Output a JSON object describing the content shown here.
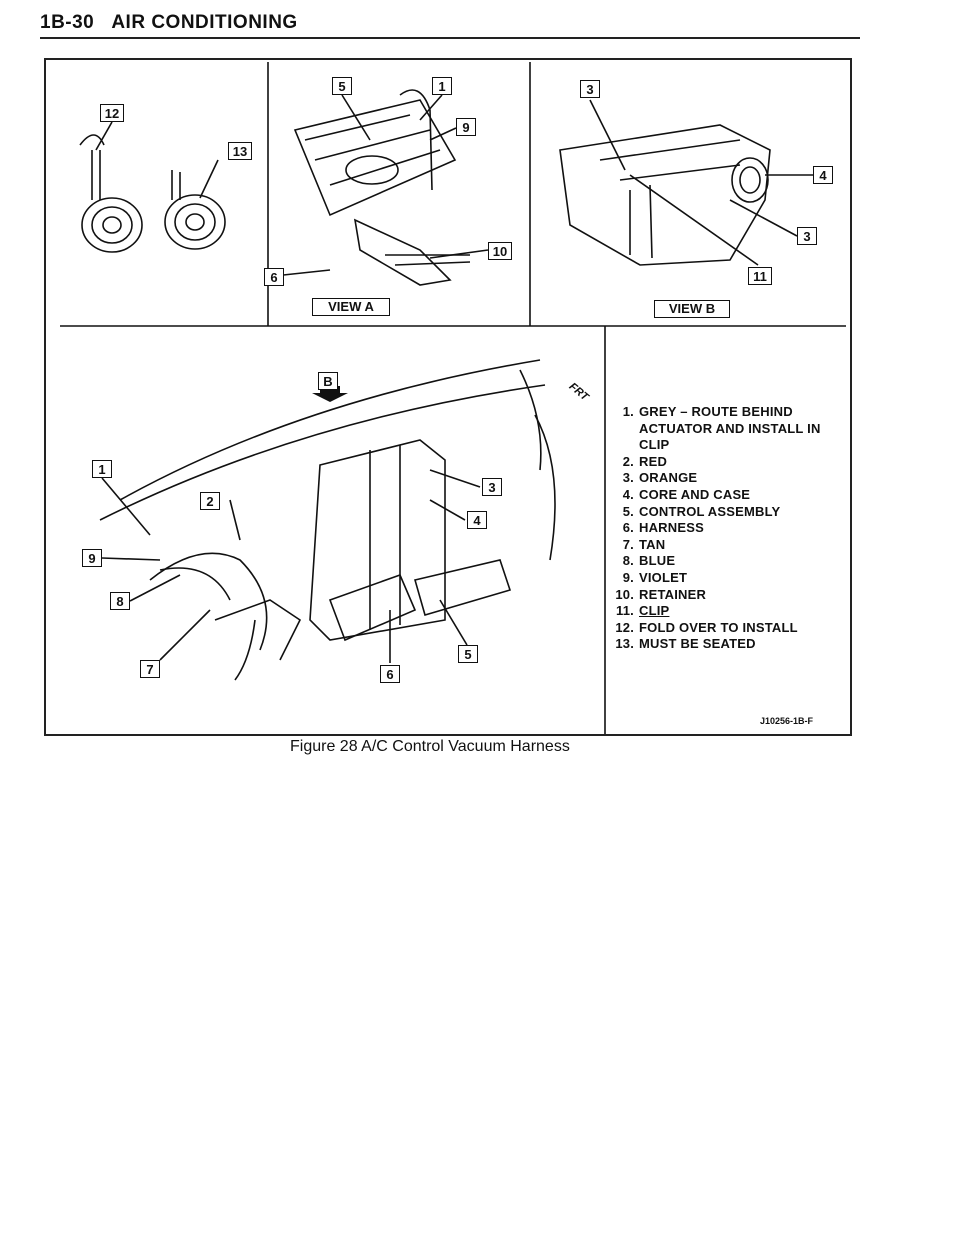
{
  "header": {
    "section_number": "1B-30",
    "section_title": "AIR CONDITIONING"
  },
  "views": {
    "view_a": "VIEW A",
    "view_b": "VIEW B"
  },
  "callouts": {
    "c12": "12",
    "c13": "13",
    "a5": "5",
    "a1": "1",
    "a9": "9",
    "a10": "10",
    "a6": "6",
    "b3top": "3",
    "b4": "4",
    "b3": "3",
    "b11": "11",
    "mB": "B",
    "m1": "1",
    "m2": "2",
    "m3": "3",
    "m4": "4",
    "m9": "9",
    "m8": "8",
    "m7": "7",
    "m6": "6",
    "m5": "5"
  },
  "frt_label": "FRT",
  "legend": [
    {
      "num": "1.",
      "text": "GREY – ROUTE BEHIND"
    },
    {
      "num": "",
      "text": "ACTUATOR AND INSTALL IN CLIP"
    },
    {
      "num": "2.",
      "text": "RED"
    },
    {
      "num": "3.",
      "text": "ORANGE"
    },
    {
      "num": "4.",
      "text": "CORE AND CASE"
    },
    {
      "num": "5.",
      "text": "CONTROL ASSEMBLY"
    },
    {
      "num": "6.",
      "text": "HARNESS"
    },
    {
      "num": "7.",
      "text": "TAN"
    },
    {
      "num": "8.",
      "text": "BLUE"
    },
    {
      "num": "9.",
      "text": "VIOLET"
    },
    {
      "num": "10.",
      "text": "RETAINER"
    },
    {
      "num": "11.",
      "text": "CLIP"
    },
    {
      "num": "12.",
      "text": "FOLD OVER TO INSTALL"
    },
    {
      "num": "13.",
      "text": "MUST BE SEATED"
    }
  ],
  "figure_id": "J10256-1B-F",
  "caption": "Figure 28 A/C Control Vacuum Harness"
}
